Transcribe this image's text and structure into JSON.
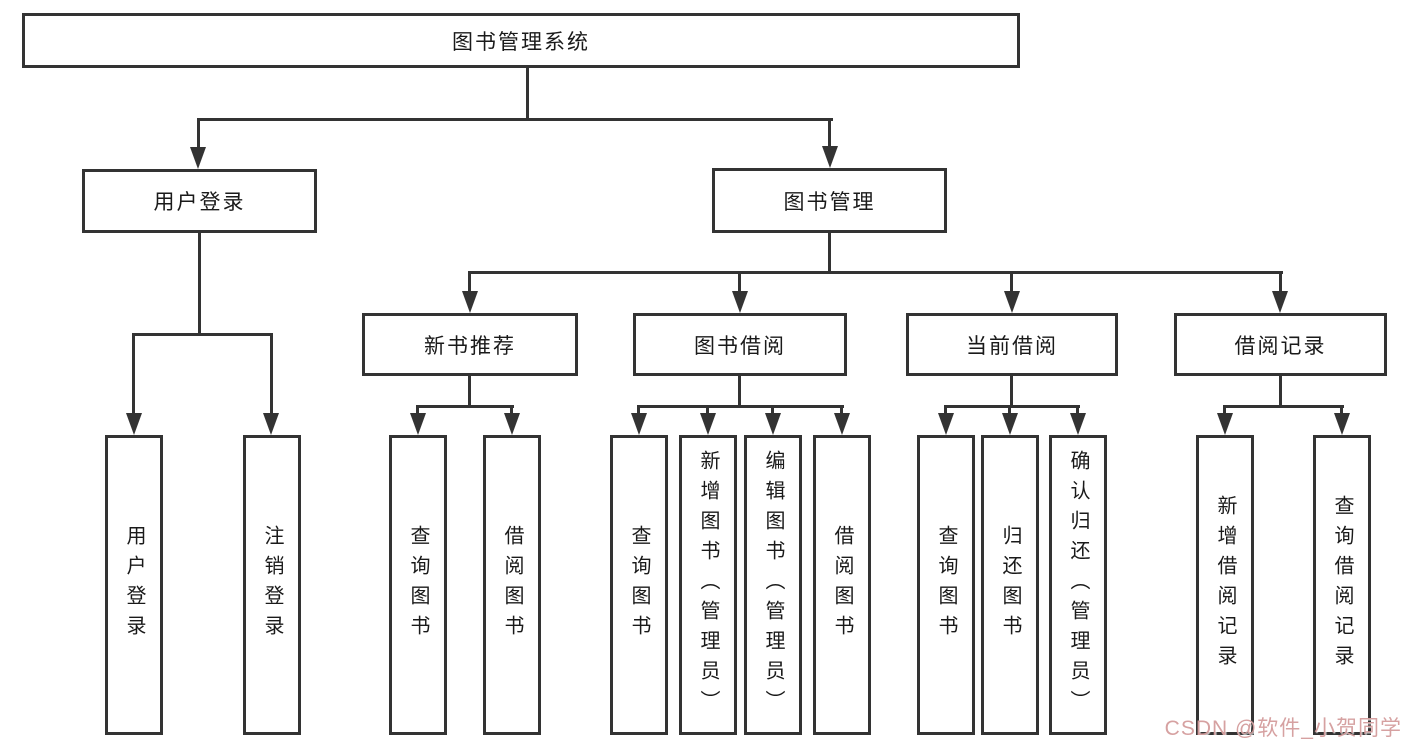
{
  "diagram": {
    "root": "图书管理系统",
    "branches": [
      {
        "label": "用户登录",
        "leaves": [
          "用户登录",
          "注销登录"
        ]
      },
      {
        "label": "图书管理",
        "groups": [
          {
            "label": "新书推荐",
            "leaves": [
              "查询图书",
              "借阅图书"
            ]
          },
          {
            "label": "图书借阅",
            "leaves": [
              "查询图书",
              "新增图书（管理员）",
              "编辑图书（管理员）",
              "借阅图书"
            ]
          },
          {
            "label": "当前借阅",
            "leaves": [
              "查询图书",
              "归还图书",
              "确认归还（管理员）"
            ]
          },
          {
            "label": "借阅记录",
            "leaves": [
              "新增借阅记录",
              "查询借阅记录"
            ]
          }
        ]
      }
    ]
  },
  "watermark": {
    "text": "CSDN @软件_小贺同学"
  },
  "colors": {
    "line": "#333333",
    "box_background": "#ffffff",
    "text": "#1a1a1a",
    "watermark": "#d49c9c"
  }
}
